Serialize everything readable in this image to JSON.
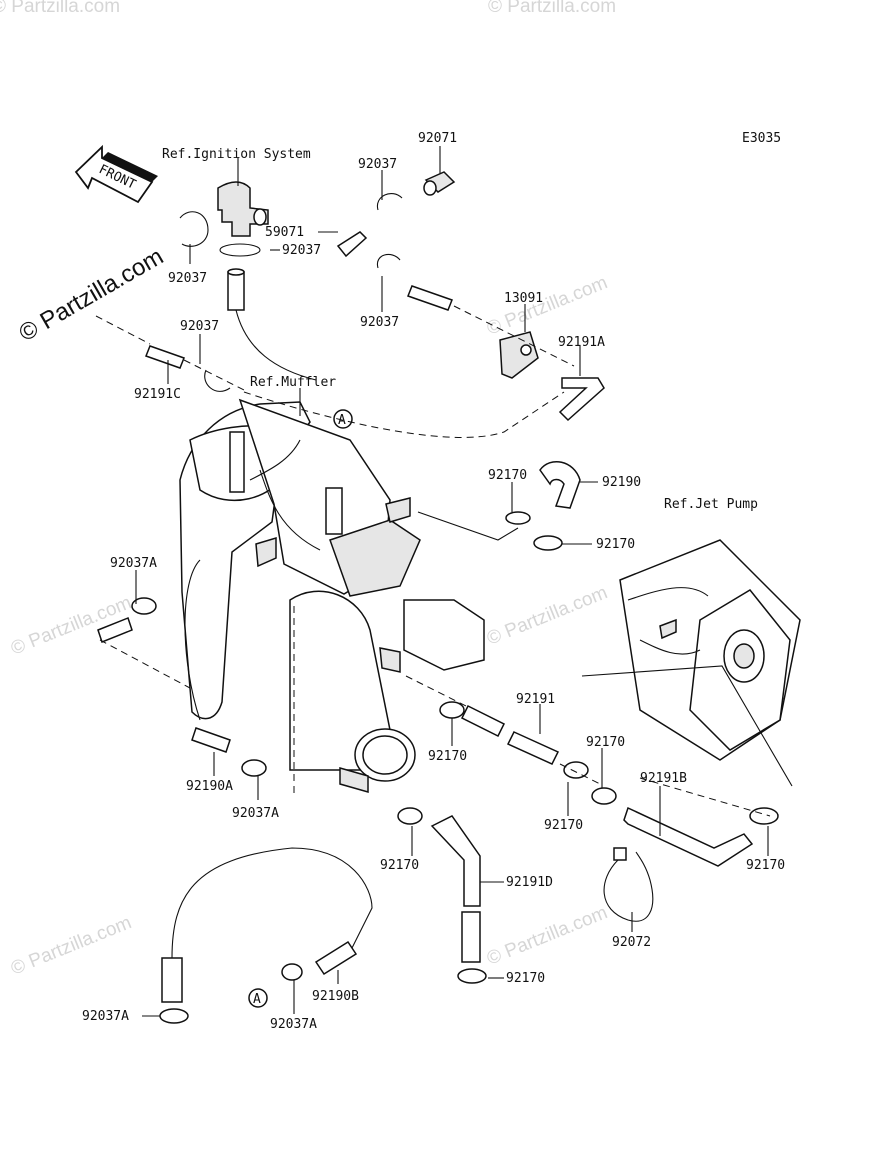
{
  "diagram_code": "E3035",
  "watermark": "© Partzilla.com",
  "front_label": "FRONT",
  "refs": {
    "ignition": "Ref.Ignition System",
    "muffler": "Ref.Muffler",
    "jet_pump": "Ref.Jet Pump"
  },
  "connector_letter": "A",
  "part_numbers": {
    "p92071": "92071",
    "p92037_top": "92037",
    "p59071": "59071",
    "p92037_mid": "92037",
    "p92037_left": "92037",
    "p92037_lower": "92037",
    "p13091": "13091",
    "p92037_c": "92037",
    "p92191A": "92191A",
    "p92191C": "92191C",
    "p92170_a": "92170",
    "p92190": "92190",
    "p92170_b": "92170",
    "p92037A_a": "92037A",
    "p92191": "92191",
    "p92170_c": "92170",
    "p92170_d": "92170",
    "p92190A": "92190A",
    "p92037A_b": "92037A",
    "p92170_e": "92170",
    "p92191B": "92191B",
    "p92170_f": "92170",
    "p92170_g": "92170",
    "p92191D": "92191D",
    "p92072": "92072",
    "p92170_h": "92170",
    "p92037A_c": "92037A",
    "p92037A_d": "92037A",
    "p92190B": "92190B"
  }
}
